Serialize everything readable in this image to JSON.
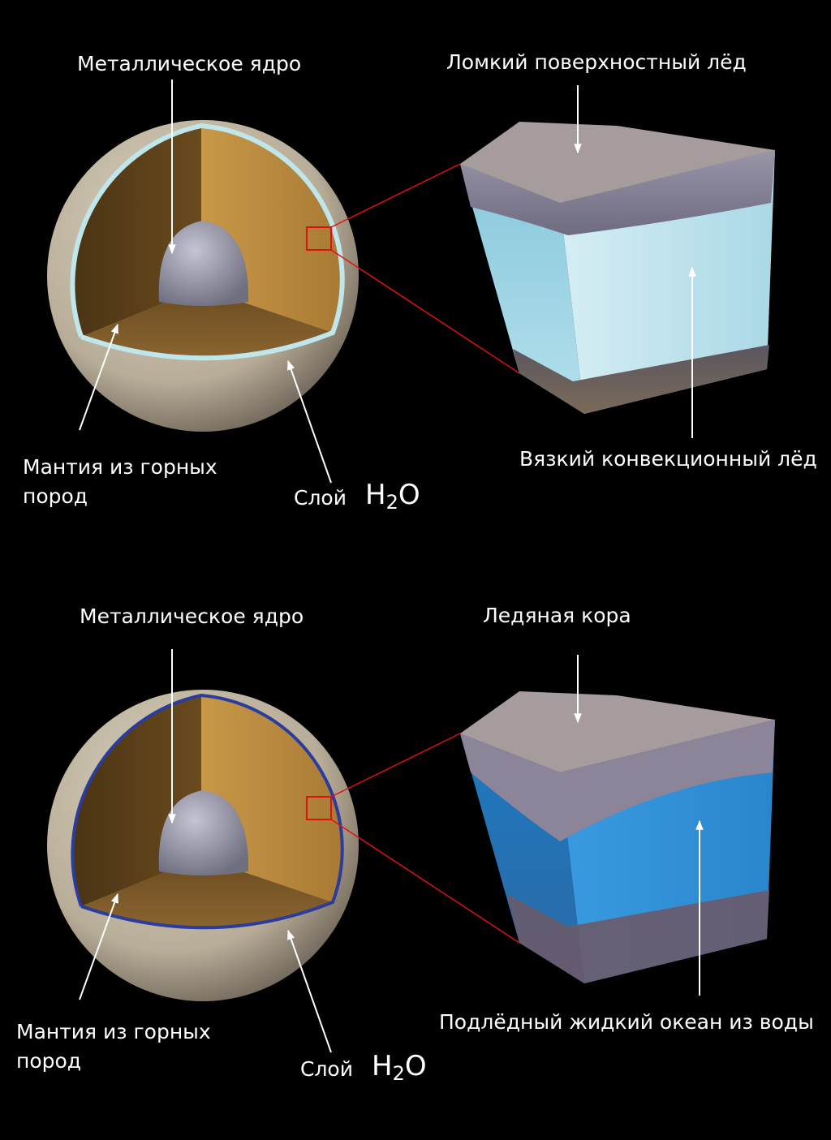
{
  "colors": {
    "background": "#000000",
    "mantle": "#b8883f",
    "core": "#9a9aae",
    "ice_layer_top": "#bfe6ea",
    "h2o_layer_bottom": "#2a3c9c",
    "convective_ice": "#bfe4ee",
    "ocean": "#2f8fd0",
    "highlight_box": "#e01010"
  },
  "top_panel": {
    "core_label": "Металлическое ядро",
    "surface_label": "Ломкий поверхностный лёд",
    "mantle_label_line1": "Мантия из горных",
    "mantle_label_line2": "пород",
    "layer_label": "Слой",
    "h2o_main": "H",
    "h2o_sub": "2",
    "h2o_end": "O",
    "interior_label": "Вязкий конвекционный лёд"
  },
  "bottom_panel": {
    "core_label": "Металлическое ядро",
    "surface_label": "Ледяная кора",
    "mantle_label_line1": "Мантия из горных",
    "mantle_label_line2": "пород",
    "layer_label": "Слой",
    "h2o_main": "H",
    "h2o_sub": "2",
    "h2o_end": "O",
    "interior_label": "Подлёдный жидкий океан из воды"
  }
}
